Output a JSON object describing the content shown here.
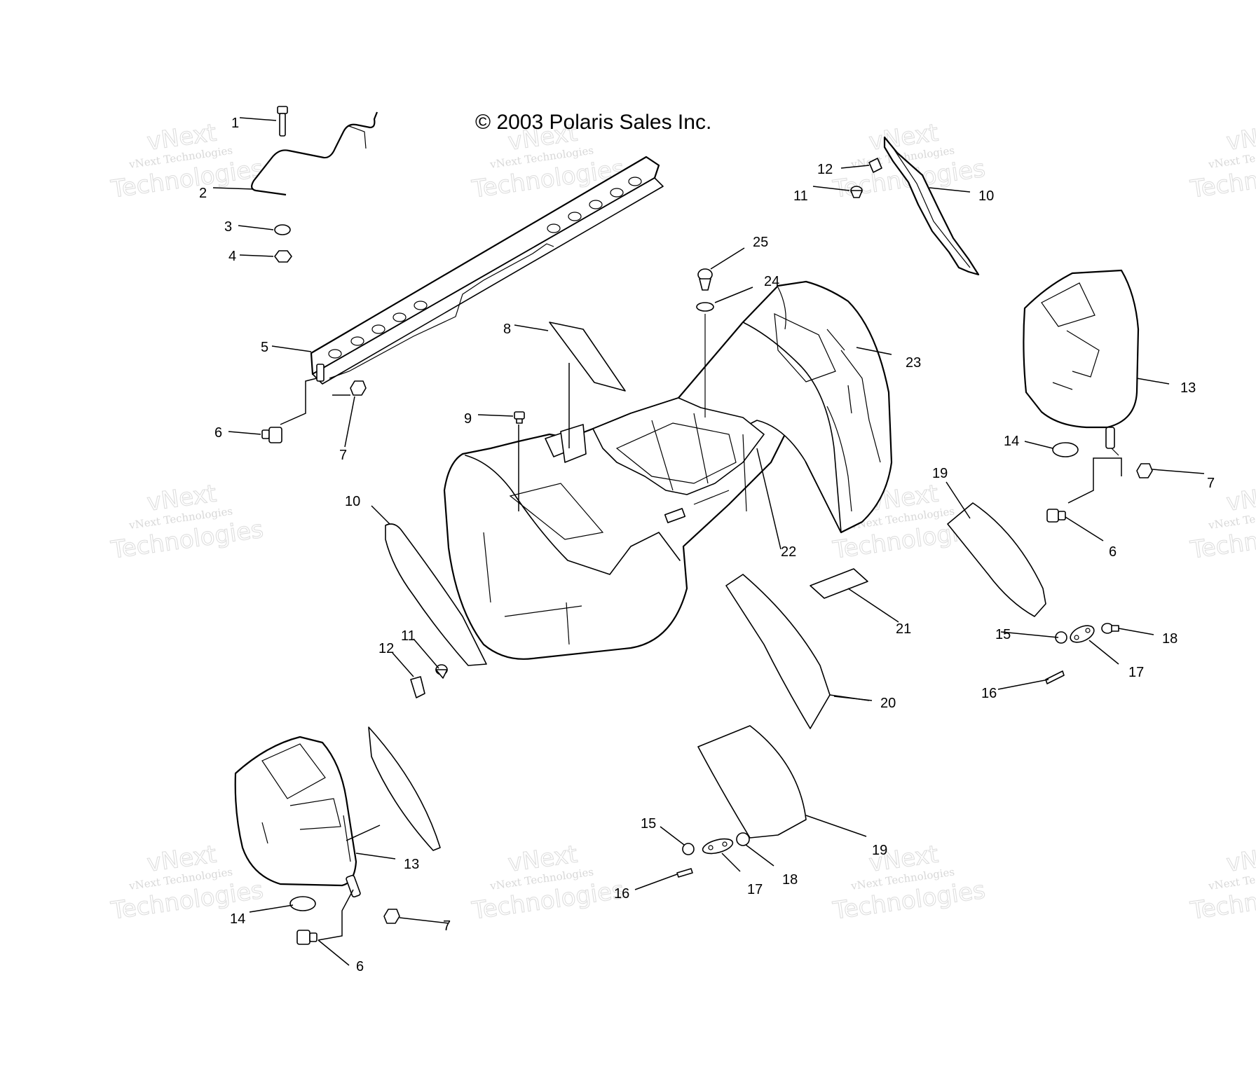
{
  "copyright": "© 2003 Polaris Sales Inc.",
  "watermark": {
    "line1": "vNext Technologies",
    "line2": "vNext",
    "line3": "Technologies"
  },
  "callouts": {
    "c1": "1",
    "c2": "2",
    "c3": "3",
    "c4": "4",
    "c5": "5",
    "c6": "6",
    "c7": "7",
    "c8": "8",
    "c9": "9",
    "c10": "10",
    "c11": "11",
    "c12": "12",
    "c13": "13",
    "c14": "14",
    "c15": "15",
    "c16": "16",
    "c17": "17",
    "c18": "18",
    "c19": "19",
    "c20": "20",
    "c21": "21",
    "c22": "22",
    "c23": "23",
    "c24": "24",
    "c25": "25"
  },
  "icons": {
    "bolt": "bolt-icon",
    "nut": "nut-icon",
    "washer": "washer-icon",
    "screw": "screw-icon",
    "clip": "clip-icon"
  }
}
